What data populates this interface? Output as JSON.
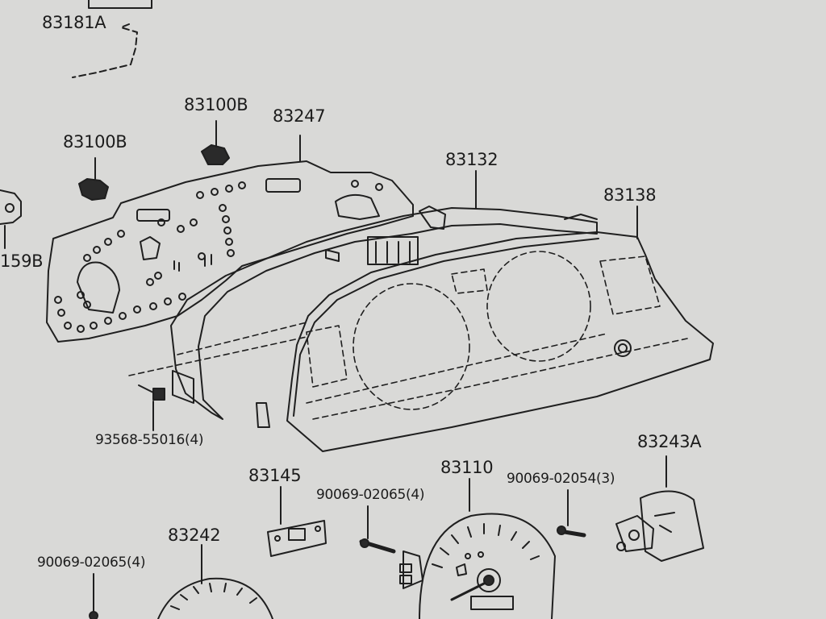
{
  "diagram": {
    "labels": {
      "l_83181A": "83181A",
      "l_83100B_a": "83100B",
      "l_83100B_b": "83100B",
      "l_83247": "83247",
      "l_83132": "83132",
      "l_83138": "83138",
      "l_159B": "159B",
      "l_screw_93568": "93568-55016(4)",
      "l_83145": "83145",
      "l_83110": "83110",
      "l_90069_02065_a": "90069-02065(4)",
      "l_90069_02054": "90069-02054(3)",
      "l_83243A": "83243A",
      "l_83242": "83242",
      "l_90069_02065_b": "90069-02065(4)"
    }
  }
}
